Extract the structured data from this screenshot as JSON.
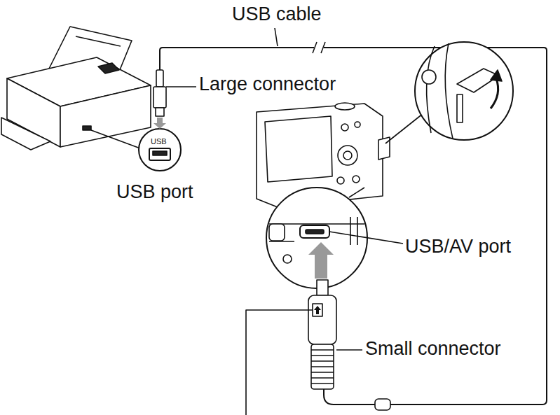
{
  "diagram": {
    "labels": [
      "USB cable",
      "Large connector",
      "USB",
      "USB port",
      "USB/AV port",
      "Small connector"
    ]
  }
}
